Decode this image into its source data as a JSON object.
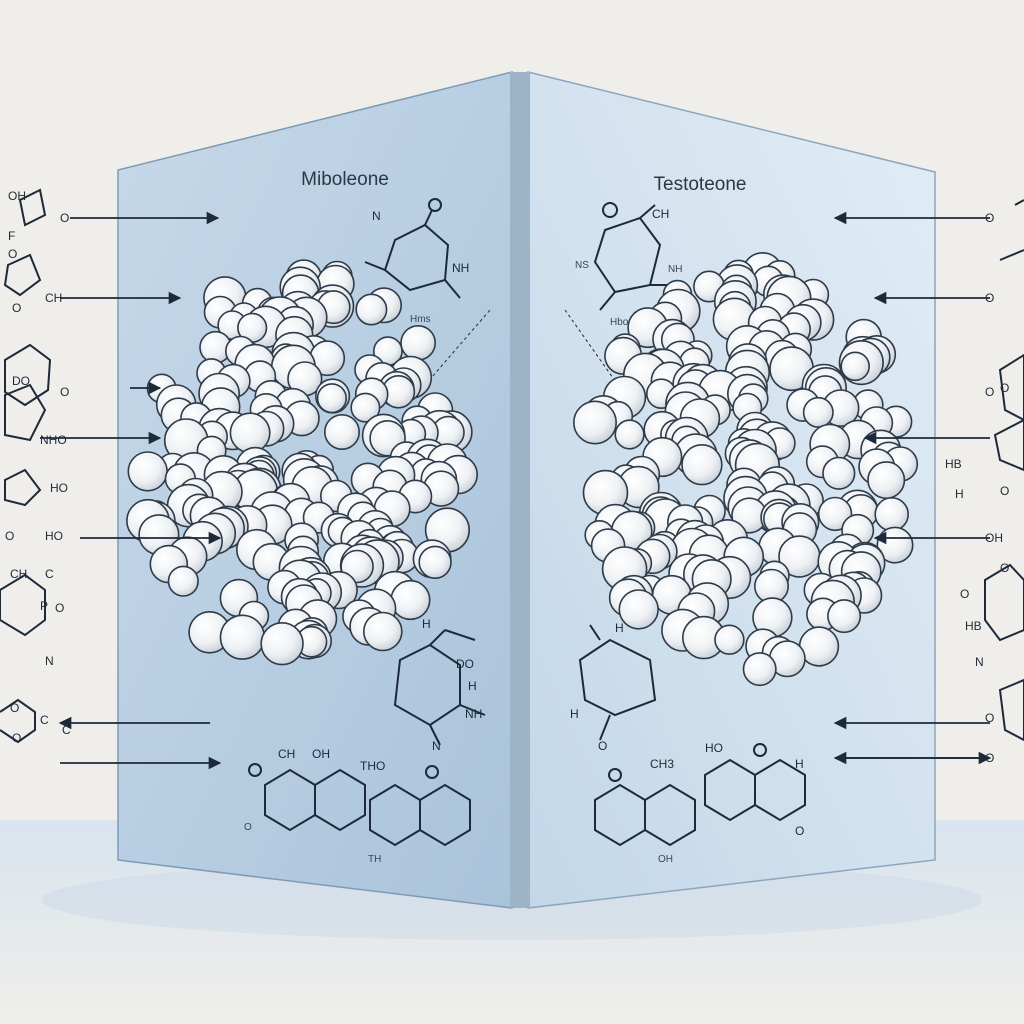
{
  "panels": {
    "left": {
      "title": "Miboleone"
    },
    "right": {
      "title": "Testoteone"
    }
  },
  "left_panel_labels": {
    "structure_top": [
      "N",
      "O",
      "NH",
      "Hms"
    ],
    "structure_bottom_right": [
      "H",
      "DO",
      "H",
      "NH",
      "N"
    ],
    "ring_labels": [
      "CH",
      "OH",
      "O",
      "O"
    ],
    "ring_labels_2": [
      "THO",
      "O"
    ],
    "footer": "TH"
  },
  "right_panel_labels": {
    "structure_top": [
      "O",
      "CH",
      "NS",
      "NH",
      "Hbong"
    ],
    "structure_bottom_left": [
      "H",
      "H",
      "O"
    ],
    "ring_labels": [
      "O",
      "CH3"
    ],
    "ring_labels_2": [
      "HO",
      "O",
      "H",
      "O"
    ],
    "footer": "OH"
  },
  "left_margin_labels": [
    "OH",
    "F",
    "O",
    "O",
    "CH",
    "O",
    "O",
    "DO",
    "NHO",
    "HO",
    "O",
    "HO",
    "CH",
    "C",
    "P",
    "O",
    "N",
    "O",
    "C",
    "O",
    "C"
  ],
  "right_margin_labels": [
    "O",
    "O",
    "O",
    "O",
    "HB",
    "H",
    "O",
    "OH",
    "O",
    "O",
    "HB",
    "N",
    "O",
    "O"
  ],
  "colors": {
    "background": "#efeeea",
    "panel_left": "#b9d0e3",
    "panel_right": "#d3e3ef",
    "sphere": "#f4f6f8",
    "ink": "#1c2a3a"
  }
}
